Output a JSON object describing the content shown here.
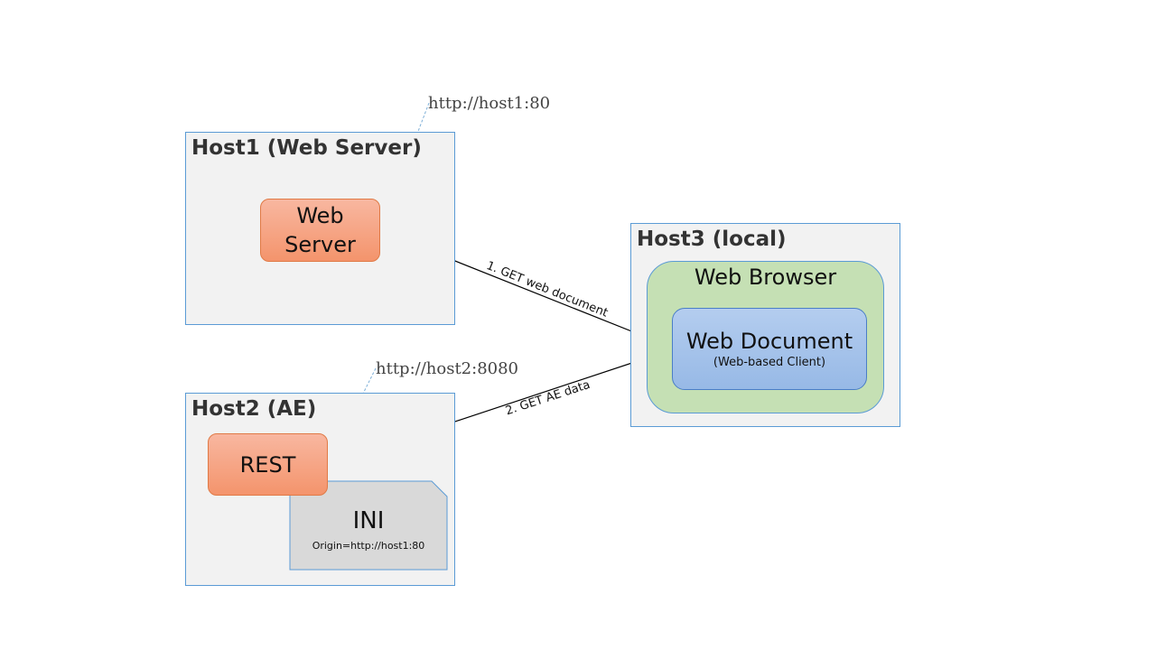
{
  "hosts": {
    "host1": {
      "title": "Host1 (Web Server)",
      "web_server": "Web\nServer",
      "url": "http://host1:80"
    },
    "host2": {
      "title": "Host2 (AE)",
      "rest": "REST",
      "ini_title": "INI",
      "ini_detail": "Origin=http://host1:80",
      "url": "http://host2:8080"
    },
    "host3": {
      "title": "Host3 (local)",
      "browser": "Web Browser",
      "document": "Web Document",
      "document_sub": "(Web-based Client)"
    }
  },
  "edges": {
    "get_web_document": "1. GET web document",
    "get_ae_data": "2. GET AE data"
  },
  "colors": {
    "host_border": "#5b9bd5",
    "host_fill": "#f2f2f2",
    "orange": "#f4946c",
    "green": "#c5e0b4",
    "blue": "#97b9e6",
    "ini_fill": "#d9d9d9"
  }
}
